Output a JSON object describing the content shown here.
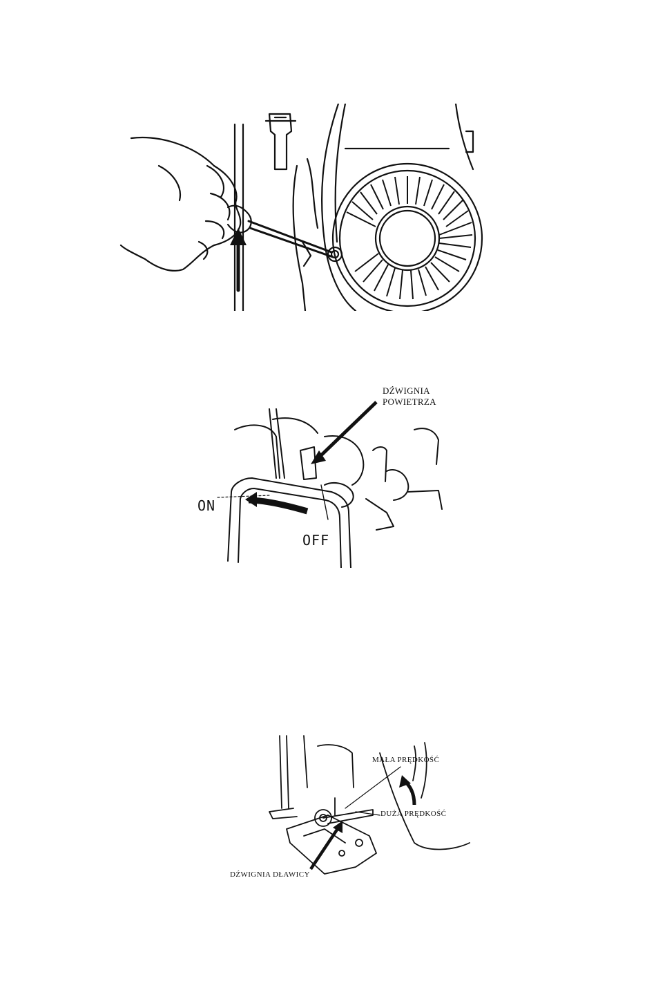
{
  "figures": {
    "figure1": {},
    "figure2": {
      "choke_lever_line1": "DŹWIGNIA",
      "choke_lever_line2": "POWIETRZA",
      "on_label": "ON",
      "off_label": "OFF"
    },
    "figure3": {
      "low_speed": "MAŁA PRĘDKOŚĆ",
      "high_speed": "DUŻA PRĘDKOŚĆ",
      "throttle_lever": "DŹWIGNIA DŁAWICY"
    }
  }
}
